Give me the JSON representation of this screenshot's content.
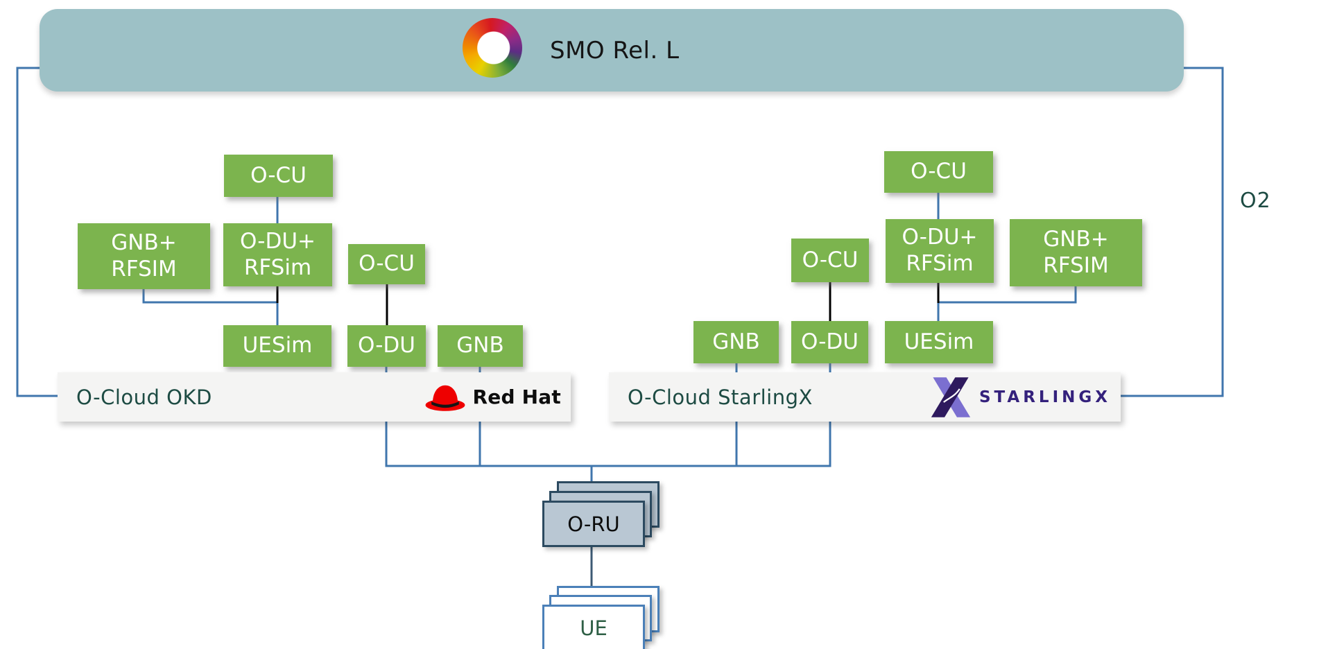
{
  "banner": {
    "title": "SMO Rel. L",
    "logo": "o-ran-swirl-logo"
  },
  "o2_label": "O2",
  "colors": {
    "banner_teal": "#9dc1c6",
    "node_green": "#7cb44e",
    "wire_blue": "#4076ad",
    "wire_black": "#000000",
    "bar_background": "#f4f4f3",
    "bar_text_teal": "#1d4b43",
    "oru_fill": "#b9c7d3",
    "oru_border": "#2c4a60",
    "ue_border": "#4b80b8",
    "ue_text_green": "#2e5f45",
    "starlingx_purple": "#34217c",
    "starlingx_light_purple": "#7b6fd0",
    "redhat_red": "#ee0000"
  },
  "okd": {
    "bar_label": "O-Cloud OKD",
    "vendor_wordmark": "Red Hat",
    "nodes": {
      "o_cu_top": "O-CU",
      "gnb_rfsim_l1": "GNB+",
      "gnb_rfsim_l2": "RFSIM",
      "o_du_rfsim_l1": "O-DU+",
      "o_du_rfsim_l2": "RFSim",
      "o_cu_mid": "O-CU",
      "uesim": "UESim",
      "o_du": "O-DU",
      "gnb": "GNB"
    }
  },
  "starlingx": {
    "bar_label": "O-Cloud StarlingX",
    "vendor_wordmark": "STARLINGX",
    "nodes": {
      "o_cu_top": "O-CU",
      "o_du_rfsim_l1": "O-DU+",
      "o_du_rfsim_l2": "RFSim",
      "gnb_rfsim_l1": "GNB+",
      "gnb_rfsim_l2": "RFSIM",
      "o_cu_mid": "O-CU",
      "gnb": "GNB",
      "o_du": "O-DU",
      "uesim": "UESim"
    }
  },
  "radio": {
    "o_ru": "O-RU",
    "ue": "UE"
  }
}
